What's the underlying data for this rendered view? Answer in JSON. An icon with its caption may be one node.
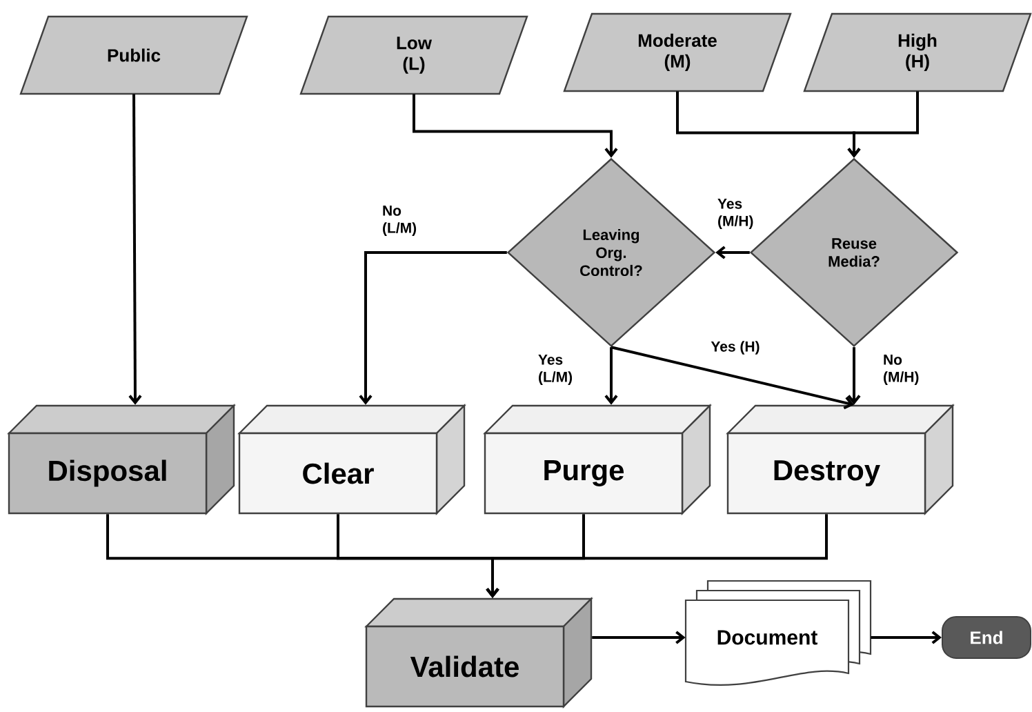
{
  "diagram": {
    "nodes": [
      {
        "text": [
          "Public"
        ]
      },
      {
        "text": [
          "Low (L)"
        ]
      },
      {
        "text": [
          "Moderate (M)"
        ]
      },
      {
        "text": [
          "High (H)"
        ]
      },
      {
        "text": [
          "Leaving Org. Control?"
        ]
      },
      {
        "text": [
          "Reuse Media?"
        ]
      },
      {
        "text": [
          "Disposal"
        ]
      },
      {
        "text": [
          "Clear"
        ]
      },
      {
        "text": [
          "Purge"
        ]
      },
      {
        "text": [
          "Destroy"
        ]
      },
      {
        "text": [
          "Validate"
        ]
      },
      {
        "text": [
          "Document"
        ]
      },
      {
        "text": [
          "End"
        ]
      }
    ],
    "edges": [
      {
        "from": 0,
        "to": 6,
        "arrow": "to"
      },
      {
        "from": 1,
        "to": 4,
        "arrow": "to"
      },
      {
        "from": 2,
        "to": 5,
        "arrow": "to"
      },
      {
        "from": 3,
        "to": 5,
        "arrow": "to"
      },
      {
        "from": 5,
        "to": 4,
        "arrow": "to",
        "label": "Yes (M/H)"
      },
      {
        "from": 4,
        "to": 7,
        "arrow": "to",
        "label": "No (L/M)"
      },
      {
        "from": 4,
        "to": 8,
        "arrow": "to",
        "label": "Yes (L/M)"
      },
      {
        "from": 4,
        "to": 9,
        "arrow": "to",
        "label": "Yes (H)"
      },
      {
        "from": 5,
        "to": 9,
        "arrow": "to",
        "label": "No (M/H)"
      },
      {
        "from": 6,
        "to": 10,
        "arrow": "to"
      },
      {
        "from": 7,
        "to": 10,
        "arrow": "to"
      },
      {
        "from": 8,
        "to": 10,
        "arrow": "to"
      },
      {
        "from": 9,
        "to": 10,
        "arrow": "to"
      },
      {
        "from": 10,
        "to": 11,
        "arrow": "to"
      },
      {
        "from": 11,
        "to": 12,
        "arrow": "to"
      }
    ]
  }
}
